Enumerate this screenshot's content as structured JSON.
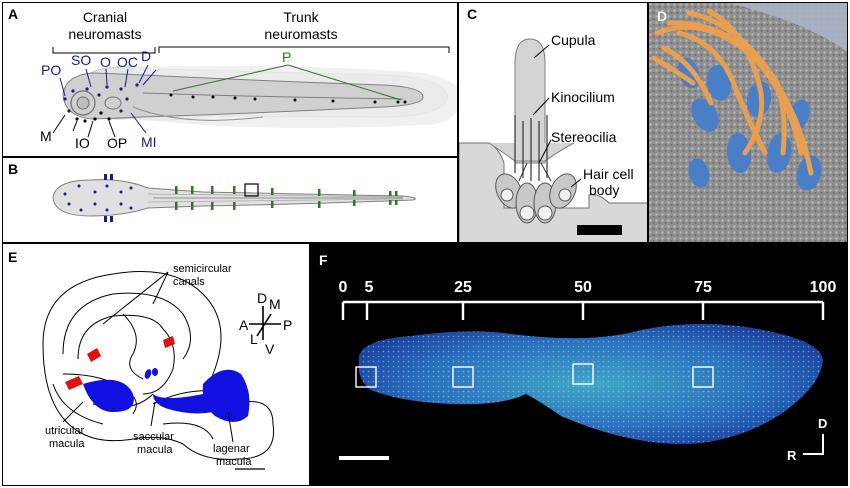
{
  "panel_letters": {
    "a": "A",
    "b": "B",
    "c": "C",
    "d": "D",
    "e": "E",
    "f": "F"
  },
  "panel_a": {
    "cranial": [
      "Cranial",
      "neuromasts"
    ],
    "trunk": [
      "Trunk",
      "neuromasts"
    ],
    "labels": {
      "po": "PO",
      "so": "SO",
      "o": "O",
      "oc": "OC",
      "d": "D",
      "p": "P",
      "m": "M",
      "io": "IO",
      "op": "OP",
      "mi": "MI"
    }
  },
  "panel_c": {
    "labels": {
      "cupula": "Cupula",
      "kinocilium": "Kinocilium",
      "stereocilia": "Stereocilia",
      "hair_cell_1": "Hair cell",
      "hair_cell_2": "body"
    }
  },
  "panel_e": {
    "labels": {
      "semicircular_1": "semicircular",
      "semicircular_2": "canals",
      "utricular_1": "utricular",
      "utricular_2": "macula",
      "saccular_1": "saccular",
      "saccular_2": "macula",
      "lagenar_1": "lagenar",
      "lagenar_2": "macula"
    },
    "axes": {
      "d": "D",
      "m": "M",
      "a": "A",
      "p": "P",
      "l": "L",
      "v": "V"
    }
  },
  "panel_f": {
    "ruler_ticks": [
      "0",
      "5",
      "25",
      "50",
      "75",
      "100"
    ],
    "axes": {
      "d": "D",
      "r": "R"
    }
  },
  "colors": {
    "cranial_blue": "#1a1a8c",
    "trunk_green": "#2a7a1f",
    "macula_blue": "#1010e0",
    "macula_red": "#e01010",
    "hair_bundle_blue": "#4a7fc8",
    "kinocilium_orange": "#e8a050"
  }
}
